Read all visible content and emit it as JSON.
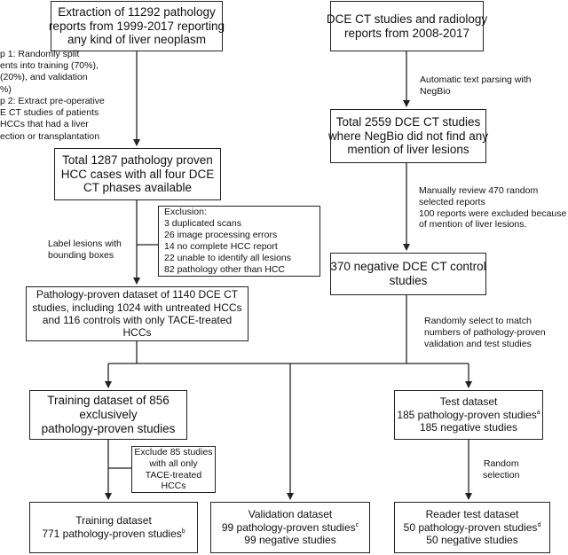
{
  "left_steps": {
    "extraction": [
      "Extraction of 11292 pathology",
      "reports from 1999-2017 reporting",
      "any kind of liver neoplasm"
    ],
    "step_notes": [
      "p 1: Randomly split",
      "ents into training (70%),",
      "(20%), and validation",
      "%)",
      "p 2: Extract pre-operative",
      "E CT studies of patients",
      "HCCs that had a liver",
      "ection or  transplantation"
    ],
    "hcc_cases": [
      "Total 1287 pathology proven",
      "HCC cases with all four DCE",
      "CT phases available"
    ],
    "label_note": [
      "Label lesions with",
      "bounding boxes"
    ],
    "exclusion": [
      "Exclusion:",
      " 3 duplicated scans",
      "26 image processing errors",
      "14 no complete HCC report",
      "22 unable to identify all lesions",
      "82 pathology other than HCC"
    ],
    "dataset": [
      "Pathology-proven dataset of 1140 DCE CT",
      "studies, including 1024 with untreated HCCs",
      "and 116 controls with only TACE-treated",
      "HCCs"
    ]
  },
  "right_steps": {
    "ct_studies": [
      "DCE CT studies and radiology",
      "reports from 2008-2017"
    ],
    "parsing_note": [
      "Automatic text parsing with",
      "NegBio"
    ],
    "total_studies": [
      "Total 2559 DCE CT studies",
      "where NegBio did not find any",
      "mention of liver lesions"
    ],
    "review_note": [
      "Manually review 470 random",
      "selected reports",
      "100 reports were excluded because",
      "of mention of liver lesions."
    ],
    "negative_controls": [
      "370 negative DCE CT control",
      "studies"
    ],
    "match_note": [
      "Randomly select to match",
      "numbers of pathology-proven",
      "validation and test studies"
    ]
  },
  "bottom": {
    "training": [
      "Training dataset of 856",
      "exclusively",
      "pathology-proven studies"
    ],
    "exclude_note": [
      "Exclude 85 studies",
      "with all only",
      "TACE-treated",
      "HCCs"
    ],
    "training_final": {
      "line1": "Training dataset",
      "line2": "771 pathology-proven studies",
      "sup": "b"
    },
    "validation": {
      "line1": "Validation dataset",
      "line2": "99 pathology-proven studies",
      "sup": "c",
      "line3": "99 negative studies"
    },
    "test": {
      "line1": "Test dataset",
      "line2": "185 pathology-proven studies",
      "sup": "a",
      "line3": "185 negative studies"
    },
    "random_note": [
      "Random",
      "selection"
    ],
    "reader": {
      "line1": "Reader test dataset",
      "line2": "50 pathology-proven studies",
      "sup": "d",
      "line3": "50 negative studies"
    }
  }
}
